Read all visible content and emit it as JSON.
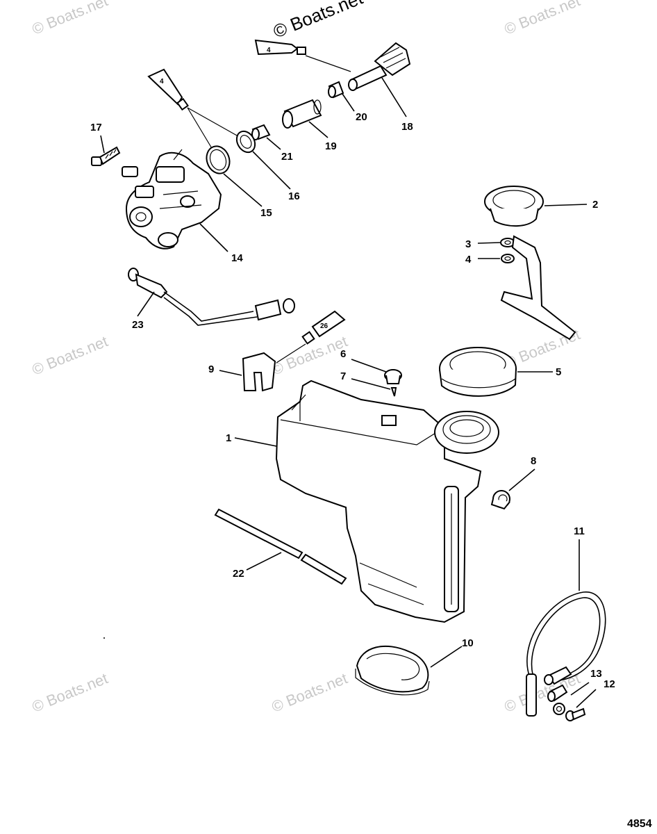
{
  "watermarks": {
    "main": "© Boats.net",
    "repeat": "© Boats.net"
  },
  "figure_number": "4854",
  "tubes": {
    "a": "4",
    "b": "4",
    "c": "26"
  },
  "callouts": {
    "c1": "1",
    "c2": "2",
    "c3": "3",
    "c4": "4",
    "c5": "5",
    "c6": "6",
    "c7": "7",
    "c8": "8",
    "c9": "9",
    "c10": "10",
    "c11": "11",
    "c12": "12",
    "c13": "13",
    "c14": "14",
    "c15": "15",
    "c16": "16",
    "c17": "17",
    "c18": "18",
    "c19": "19",
    "c20": "20",
    "c21": "21",
    "c22": "22",
    "c23": "23"
  }
}
